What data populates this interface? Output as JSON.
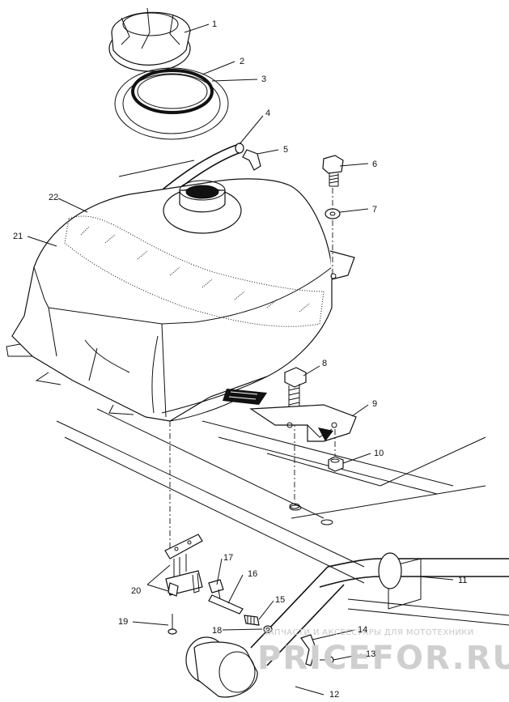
{
  "callouts": {
    "c1": "1",
    "c2": "2",
    "c3": "3",
    "c4": "4",
    "c5": "5",
    "c6": "6",
    "c7": "7",
    "c8": "8",
    "c9": "9",
    "c10": "10",
    "c11": "11",
    "c12": "12",
    "c13": "13",
    "c14": "14",
    "c15": "15",
    "c16": "16",
    "c17": "17",
    "c18": "18",
    "c19": "19",
    "c20": "20",
    "c21": "21",
    "c22": "22"
  },
  "watermark": {
    "tagline": "ЗАПЧАСТИ И АКСЕССУАРЫ ДЛЯ МОТОТЕХНИКИ",
    "brand": "PRICEFOR.RU"
  },
  "colors": {
    "line": "#111111",
    "background": "#ffffff",
    "watermark": "#cfcfcf"
  }
}
